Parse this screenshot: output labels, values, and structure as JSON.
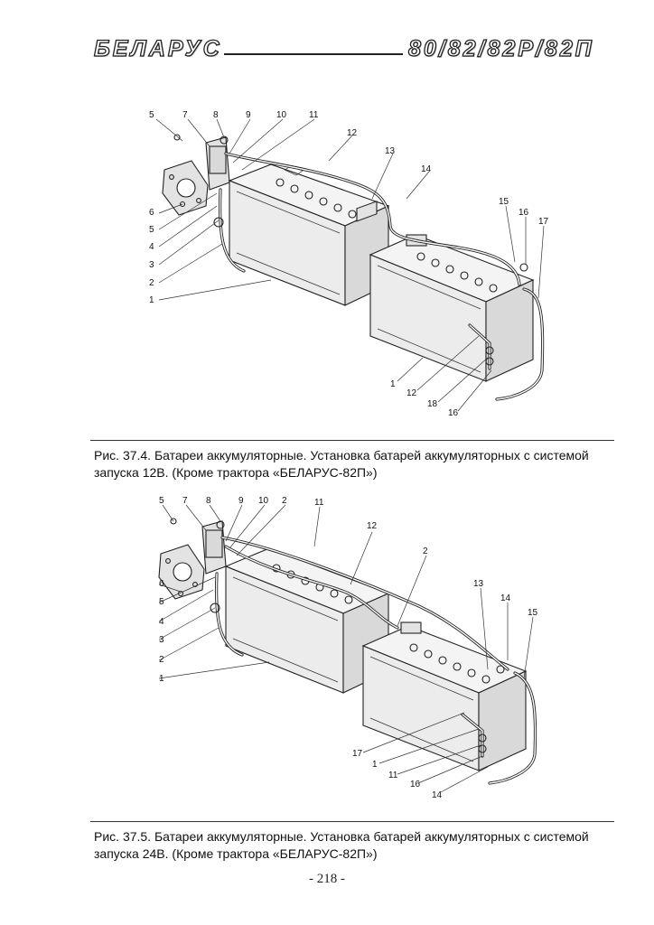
{
  "header": {
    "brand": "БЕЛАРУС",
    "models": "80/82/82Р/82П"
  },
  "figure1": {
    "callouts": [
      "5",
      "7",
      "8",
      "9",
      "10",
      "11",
      "12",
      "13",
      "14",
      "15",
      "16",
      "17",
      "6",
      "5",
      "4",
      "3",
      "2",
      "1",
      "1",
      "12",
      "18",
      "16"
    ],
    "caption": "Рис. 37.4. Батареи аккумуляторные. Установка батарей аккумуляторных с системой запуска 12В. (Кроме трактора «БЕЛАРУС-82П»)"
  },
  "figure2": {
    "callouts": [
      "5",
      "7",
      "8",
      "9",
      "10",
      "2",
      "11",
      "12",
      "2",
      "13",
      "14",
      "15",
      "6",
      "5",
      "4",
      "3",
      "2",
      "1",
      "17",
      "1",
      "11",
      "16",
      "14"
    ],
    "caption": "Рис. 37.5. Батареи аккумуляторные. Установка батарей аккумуляторных с системой запуска 24В. (Кроме трактора «БЕЛАРУС-82П»)"
  },
  "footer": {
    "page_number": "- 218 -"
  }
}
